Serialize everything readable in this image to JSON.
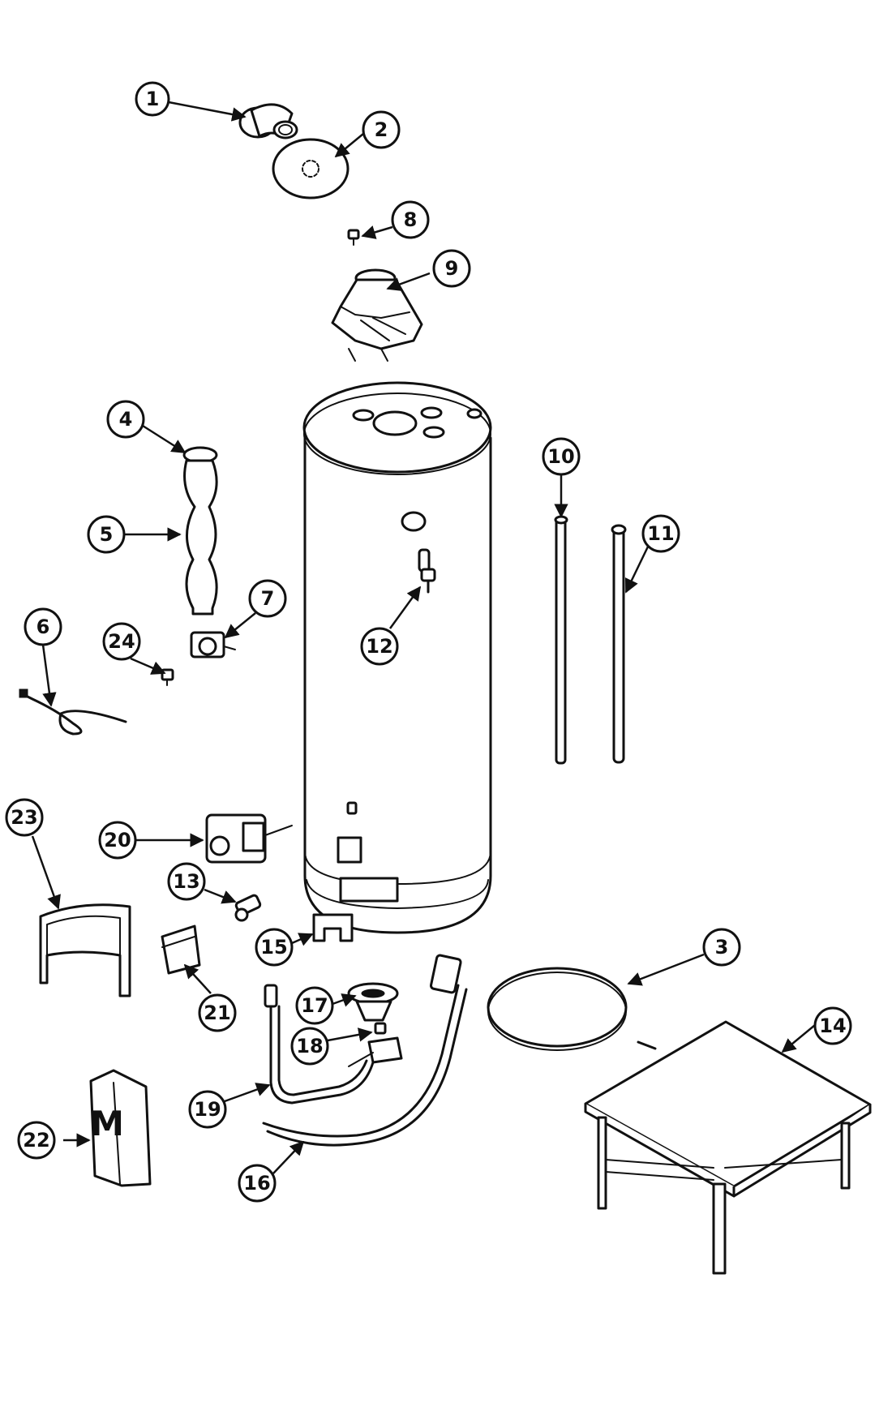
{
  "callouts": [
    {
      "id": "c1",
      "label": "1"
    },
    {
      "id": "c2",
      "label": "2"
    },
    {
      "id": "c3",
      "label": "3"
    },
    {
      "id": "c4",
      "label": "4"
    },
    {
      "id": "c5",
      "label": "5"
    },
    {
      "id": "c6",
      "label": "6"
    },
    {
      "id": "c7",
      "label": "7"
    },
    {
      "id": "c8",
      "label": "8"
    },
    {
      "id": "c9",
      "label": "9"
    },
    {
      "id": "c10",
      "label": "10"
    },
    {
      "id": "c11",
      "label": "11"
    },
    {
      "id": "c12",
      "label": "12"
    },
    {
      "id": "c13",
      "label": "13"
    },
    {
      "id": "c14",
      "label": "14"
    },
    {
      "id": "c15",
      "label": "15"
    },
    {
      "id": "c16",
      "label": "16"
    },
    {
      "id": "c17",
      "label": "17"
    },
    {
      "id": "c18",
      "label": "18"
    },
    {
      "id": "c19",
      "label": "19"
    },
    {
      "id": "c20",
      "label": "20"
    },
    {
      "id": "c21",
      "label": "21"
    },
    {
      "id": "c22",
      "label": "22"
    },
    {
      "id": "c23",
      "label": "23"
    },
    {
      "id": "c24",
      "label": "24"
    }
  ],
  "marking_22": "M"
}
